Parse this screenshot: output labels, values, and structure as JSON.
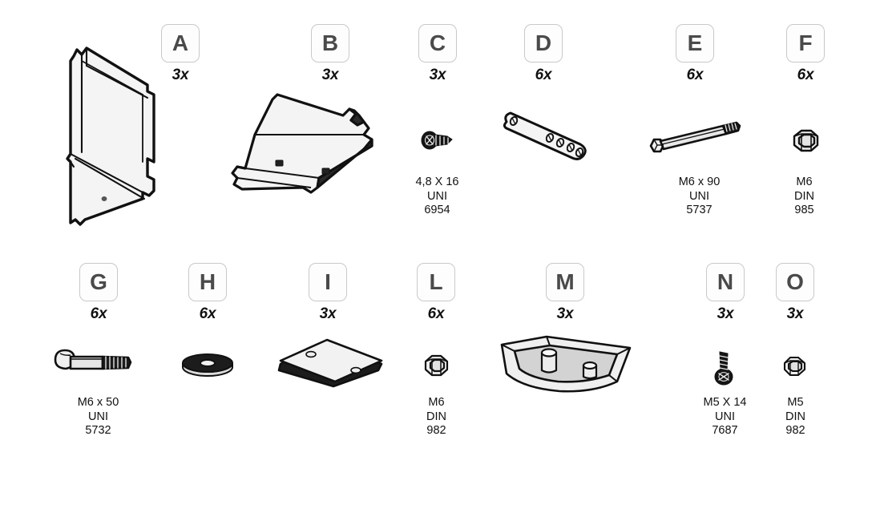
{
  "document": {
    "type": "assembly-parts-list",
    "background_color": "#ffffff",
    "chip_border_color": "#c9c9c9",
    "chip_letter_color": "#4a4a4a",
    "line_color": "#111111",
    "fill_light": "#f2f2f2",
    "fill_mid": "#d9d9d9",
    "fill_dark": "#1a1a1a"
  },
  "rows": [
    {
      "name": "row-1",
      "parts": [
        {
          "id": "A",
          "letter": "A",
          "quantity": "3x",
          "spec_lines": [],
          "icon": "bracket-rail-part"
        },
        {
          "id": "B",
          "letter": "B",
          "quantity": "3x",
          "spec_lines": [],
          "icon": "folded-panel-part"
        },
        {
          "id": "C",
          "letter": "C",
          "quantity": "3x",
          "spec_lines": [
            "4,8 X 16",
            "UNI",
            "6954"
          ],
          "icon": "self-tapping-screw"
        },
        {
          "id": "D",
          "letter": "D",
          "quantity": "6x",
          "spec_lines": [],
          "icon": "perforated-flat-bar"
        },
        {
          "id": "E",
          "letter": "E",
          "quantity": "6x",
          "spec_lines": [
            "M6 x 90",
            "UNI",
            "5737"
          ],
          "icon": "hex-head-bolt-long"
        },
        {
          "id": "F",
          "letter": "F",
          "quantity": "6x",
          "spec_lines": [
            "M6",
            "DIN",
            "985"
          ],
          "icon": "lock-nut"
        }
      ]
    },
    {
      "name": "row-2",
      "parts": [
        {
          "id": "G",
          "letter": "G",
          "quantity": "6x",
          "spec_lines": [
            "M6 x 50",
            "UNI",
            "5732"
          ],
          "icon": "carriage-bolt"
        },
        {
          "id": "H",
          "letter": "H",
          "quantity": "6x",
          "spec_lines": [],
          "icon": "flat-washer"
        },
        {
          "id": "I",
          "letter": "I",
          "quantity": "3x",
          "spec_lines": [],
          "icon": "flat-plate-two-holes"
        },
        {
          "id": "L",
          "letter": "L",
          "quantity": "6x",
          "spec_lines": [
            "M6",
            "DIN",
            "982"
          ],
          "icon": "lock-nut"
        },
        {
          "id": "M",
          "letter": "M",
          "quantity": "3x",
          "spec_lines": [],
          "icon": "tray-with-posts"
        },
        {
          "id": "N",
          "letter": "N",
          "quantity": "3x",
          "spec_lines": [
            "M5 X 14",
            "UNI",
            "7687"
          ],
          "icon": "pan-head-screw"
        },
        {
          "id": "O",
          "letter": "O",
          "quantity": "3x",
          "spec_lines": [
            "M5",
            "DIN",
            "982"
          ],
          "icon": "lock-nut-small"
        }
      ]
    }
  ]
}
